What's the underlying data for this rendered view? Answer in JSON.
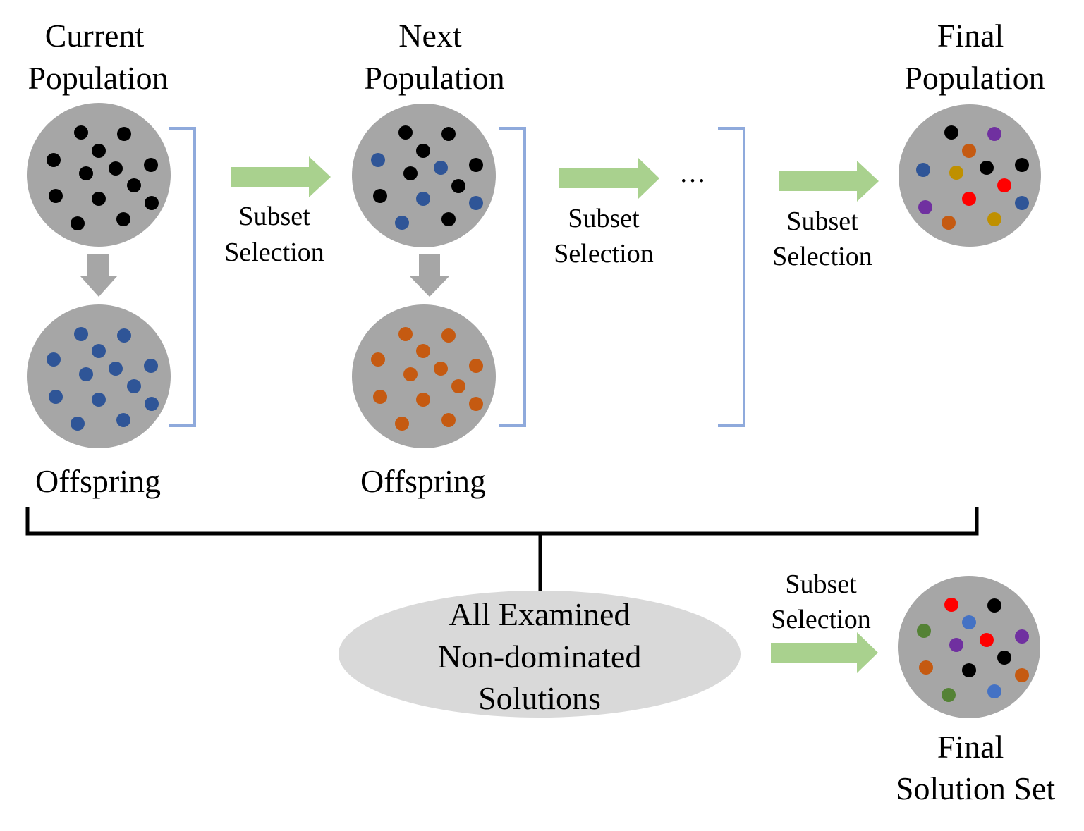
{
  "labels": {
    "current_population": [
      "Current",
      "Population"
    ],
    "next_population": [
      "Next",
      "Population"
    ],
    "final_population": [
      "Final",
      "Population"
    ],
    "offspring_1": "Offspring",
    "offspring_2": "Offspring",
    "subset_selection": [
      "Subset",
      "Selection"
    ],
    "ellipsis": "…",
    "archive": [
      "All Examined",
      "Non-dominated",
      "Solutions"
    ],
    "final_solution_set": [
      "Final",
      "Solution Set"
    ]
  },
  "colors": {
    "circle": "#a6a6a6",
    "ellipse": "#d9d9d9",
    "green_arrow": "#a9d18e",
    "gray_arrow": "#a6a6a6",
    "blue_bracket": "#8faadc",
    "black_bracket": "#000000",
    "dot_black": "#000000",
    "dot_blue": "#2f5597",
    "dot_orange": "#c55a11",
    "dot_purple": "#7030a0",
    "dot_gold": "#bf9000",
    "dot_red": "#ff0000",
    "dot_lightblue": "#4472c4",
    "dot_green": "#548235"
  }
}
